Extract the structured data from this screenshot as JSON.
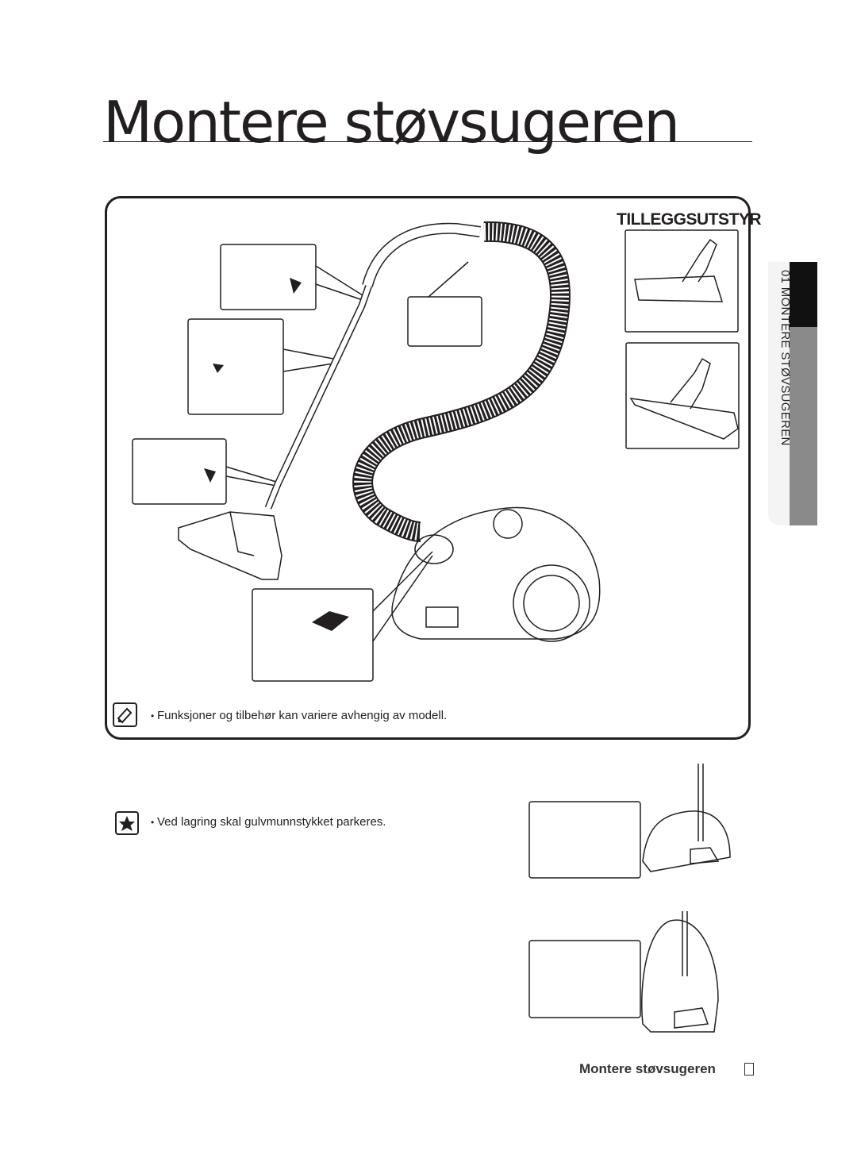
{
  "page": {
    "title": "Montere støvsugeren",
    "accessory_heading": "TILLEGGSUTSTYR",
    "side_label": "01 MONTERE STØVSUGEREN",
    "note_text": "Funksjoner og tilbehør kan variere avhengig av modell.",
    "tip_text": "Ved lagring skal gulvmunnstykket parkeres.",
    "footer_title": "Montere støvsugeren",
    "bullet": "•"
  },
  "icons": {
    "note": "note-pencil-icon",
    "tip": "star-icon"
  },
  "colors": {
    "ink": "#231f20",
    "tab_dark": "#111111",
    "tab_grey": "#8a8a8a"
  }
}
